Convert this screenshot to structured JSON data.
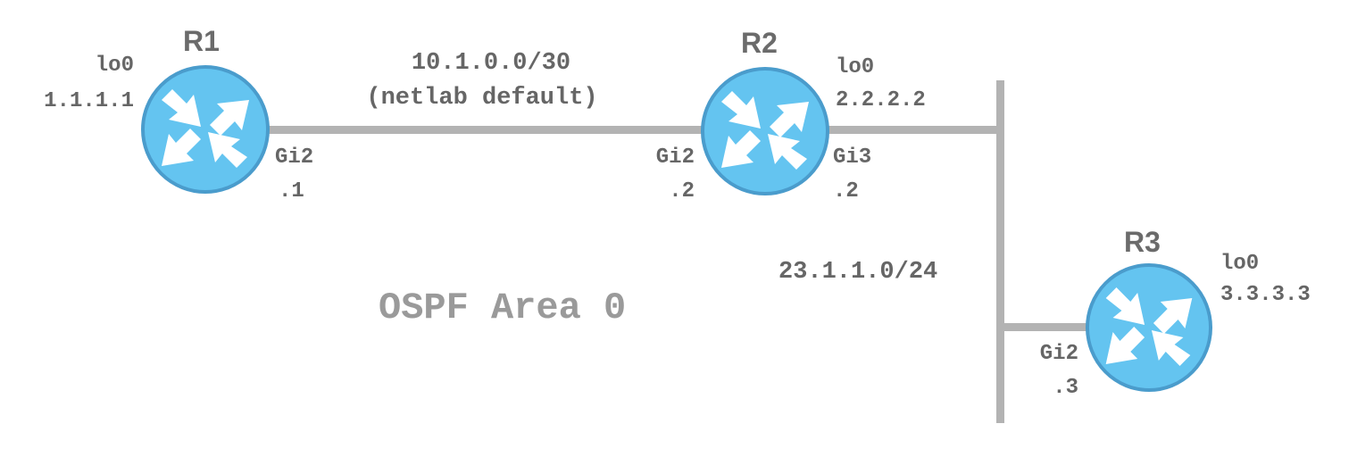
{
  "diagram": {
    "title": "OSPF Area 0",
    "colors": {
      "router_fill": "#64c4f0",
      "router_stroke": "#4a9ccc",
      "link": "#b3b3b3",
      "label_text": "#666666",
      "area_text": "#9a9a9a"
    },
    "routers": [
      {
        "name": "R1",
        "loopback": {
          "interface": "lo0",
          "address": "1.1.1.1"
        },
        "interfaces": [
          {
            "name": "Gi2",
            "address": ".1"
          }
        ]
      },
      {
        "name": "R2",
        "loopback": {
          "interface": "lo0",
          "address": "2.2.2.2"
        },
        "interfaces": [
          {
            "name": "Gi2",
            "address": ".2"
          },
          {
            "name": "Gi3",
            "address": ".2"
          }
        ]
      },
      {
        "name": "R3",
        "loopback": {
          "interface": "lo0",
          "address": "3.3.3.3"
        },
        "interfaces": [
          {
            "name": "Gi2",
            "address": ".3"
          }
        ]
      }
    ],
    "links": [
      {
        "subnet": "10.1.0.0/30",
        "note": "(netlab default)",
        "endpoints": [
          "R1 Gi2",
          "R2 Gi2"
        ]
      },
      {
        "subnet": "23.1.1.0/24",
        "endpoints": [
          "R2 Gi3",
          "R3 Gi2"
        ]
      }
    ]
  }
}
